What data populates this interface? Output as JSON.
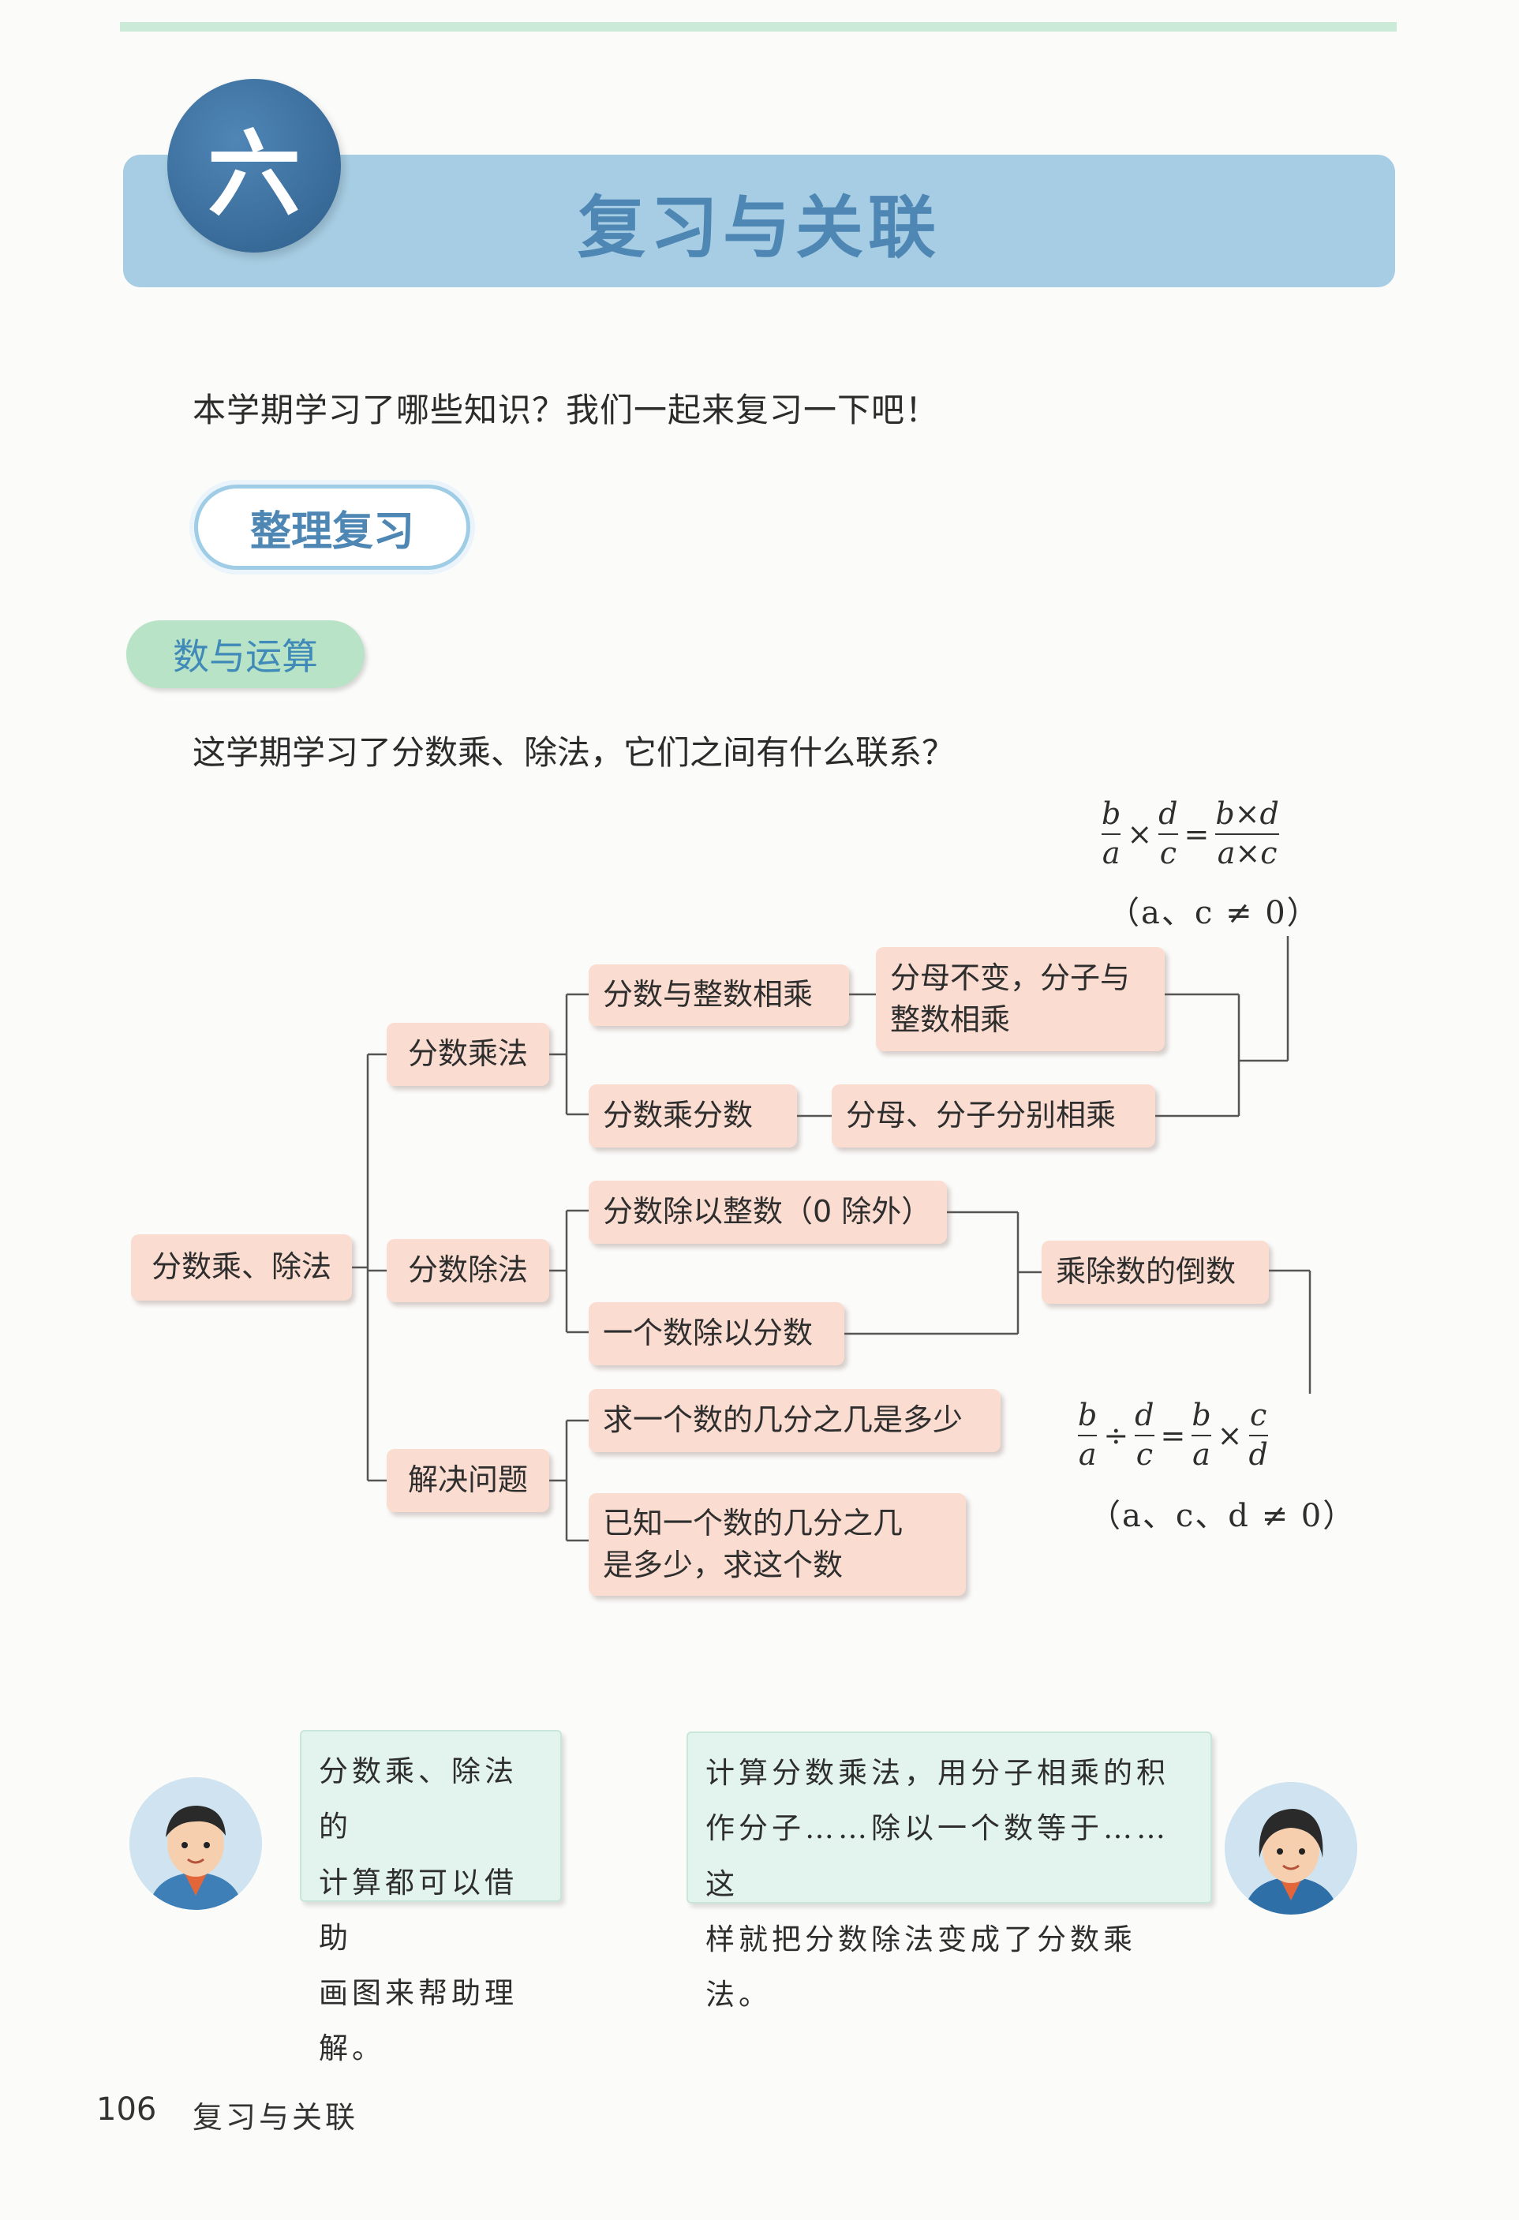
{
  "chapter": {
    "number": "六",
    "title": "复习与关联"
  },
  "intro_text": "本学期学习了哪些知识？我们一起来复习一下吧！",
  "section_label": "整理复习",
  "subsection_label": "数与运算",
  "question_text": "这学期学习了分数乘、除法，它们之间有什么联系？",
  "concept_map": {
    "root": "分数乘、除法",
    "multiplication": {
      "label": "分数乘法",
      "by_integer": "分数与整数相乘",
      "by_integer_rule_line1": "分母不变，分子与",
      "by_integer_rule_line2": "整数相乘",
      "by_fraction": "分数乘分数",
      "by_fraction_rule": "分母、分子分别相乘"
    },
    "division": {
      "label": "分数除法",
      "by_integer": "分数除以整数（0 除外）",
      "by_fraction": "一个数除以分数",
      "rule": "乘除数的倒数"
    },
    "problems": {
      "label": "解决问题",
      "item1": "求一个数的几分之几是多少",
      "item2_line1": "已知一个数的几分之几",
      "item2_line2": "是多少，求这个数"
    }
  },
  "formulas": {
    "multiplication": {
      "f1_num": "b",
      "f1_den": "a",
      "times": "×",
      "f2_num": "d",
      "f2_den": "c",
      "equals": "=",
      "r_num": "b×d",
      "r_den": "a×c",
      "condition": "（a、c ≠ 0）"
    },
    "division": {
      "f1_num": "b",
      "f1_den": "a",
      "divide": "÷",
      "f2_num": "d",
      "f2_den": "c",
      "equals": "=",
      "r1_num": "b",
      "r1_den": "a",
      "times": "×",
      "r2_num": "c",
      "r2_den": "d",
      "condition": "（a、c、d ≠ 0）"
    }
  },
  "speech": {
    "boy_line1": "分数乘、除法的",
    "boy_line2": "计算都可以借助",
    "boy_line3": "画图来帮助理解。",
    "girl_line1": "计算分数乘法，用分子相乘的积",
    "girl_line2": "作分子……除以一个数等于……这",
    "girl_line3": "样就把分数除法变成了分数乘法。"
  },
  "footer": {
    "page_number": "106",
    "section": "复习与关联"
  },
  "colors": {
    "banner": "#a6cde3",
    "circle": "#3b6e9c",
    "node_fill": "#fbdcd0",
    "bubble_fill": "#e3f4ee",
    "pill_green": "#b9e3c6"
  }
}
